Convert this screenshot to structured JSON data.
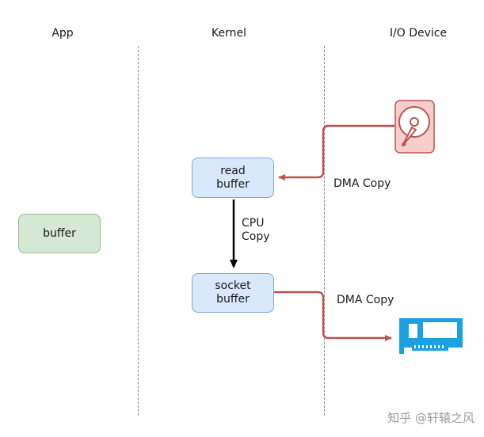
{
  "lanes": {
    "app": "App",
    "kernel": "Kernel",
    "io": "I/O Device"
  },
  "boxes": {
    "app_buffer": "buffer",
    "read_buffer": "read\nbuffer",
    "socket_buffer": "socket\nbuffer"
  },
  "edges": {
    "dma_copy_in": "DMA Copy",
    "cpu_copy": "CPU\nCopy",
    "dma_copy_out": "DMA Copy"
  },
  "icons": {
    "disk": "hard-disk-icon",
    "nic": "network-card-icon"
  },
  "colors": {
    "box_blue": "#dae8fc",
    "box_green": "#d5e8d4",
    "dma_arrow": "#b85450",
    "disk_fill": "#f8cecc",
    "nic_fill": "#1ba1e2"
  },
  "watermark": "知乎 @轩辕之风"
}
